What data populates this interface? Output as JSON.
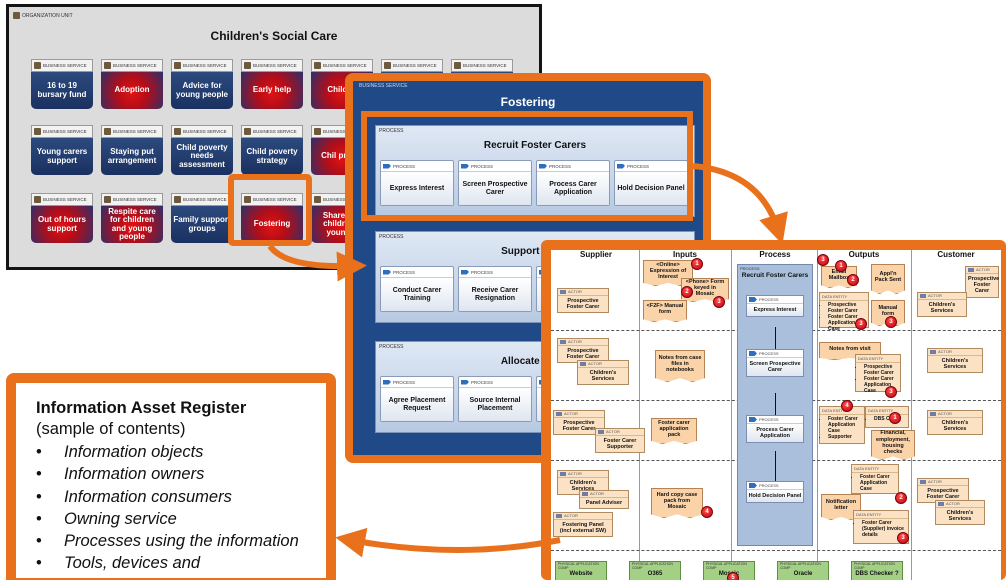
{
  "panel1": {
    "unit_tag": "ORGANIZATION UNIT",
    "title": "Children's Social Care",
    "service_tag": "BUSINESS SERVICE",
    "services": [
      {
        "label": "16 to 19 bursary fund",
        "style": "navy"
      },
      {
        "label": "Adoption",
        "style": "red"
      },
      {
        "label": "Advice for young people",
        "style": "navy"
      },
      {
        "label": "Early help",
        "style": "red"
      },
      {
        "label": "Child in",
        "style": "red"
      },
      {
        "label": "",
        "style": "navy"
      },
      {
        "label": "",
        "style": "navy"
      },
      {
        "label": "Young carers support",
        "style": "navy"
      },
      {
        "label": "Staying put arrangement",
        "style": "navy"
      },
      {
        "label": "Child poverty needs assessment",
        "style": "navy"
      },
      {
        "label": "Child poverty strategy",
        "style": "navy"
      },
      {
        "label": "Chil protec",
        "style": "red"
      },
      {
        "label": "Out of hours support",
        "style": "red"
      },
      {
        "label": "Respite care for children and young people",
        "style": "red"
      },
      {
        "label": "Family support groups",
        "style": "navy"
      },
      {
        "label": "Fostering",
        "style": "red"
      },
      {
        "label": "Shared ca children a young p",
        "style": "red"
      }
    ]
  },
  "panel2": {
    "tag": "BUSINESS SERVICE",
    "title": "Fostering",
    "process_tag": "PROCESS",
    "groups": [
      {
        "title": "Recruit Foster Carers",
        "cards": [
          "Express Interest",
          "Screen Prospective Carer",
          "Process Carer Application",
          "Hold Decision Panel"
        ]
      },
      {
        "title": "Support Foste",
        "cards": [
          "Conduct Carer Training",
          "Receive Carer Resignation",
          "F"
        ]
      },
      {
        "title": "Allocate Foste",
        "cards": [
          "Agree Placement Request",
          "Source Internal Placement",
          "So"
        ]
      }
    ]
  },
  "panel3": {
    "columns": [
      "Supplier",
      "Inputs",
      "Process",
      "Outputs",
      "Customer"
    ],
    "actor_tag": "ACTOR",
    "data_entity_tag": "DATA ENTITY",
    "process_tag": "PROCESS",
    "app_tag": "PHYSICAL APPLICATION COMP",
    "process_lane_title": "Recruit Foster Carers",
    "process_steps": [
      "Express Interest",
      "Screen Prospective Carer",
      "Process Carer Application",
      "Hold Decision Panel"
    ],
    "suppliers": [
      "Prospective Foster Carer",
      "Prospective Foster Carer",
      "Children's Services",
      "Prospective Foster Carer",
      "Foster Carer Supporter",
      "Children's Services",
      "Panel Adviser",
      "Fostering Panel (incl external SW)"
    ],
    "inputs": [
      "<Online> Expression of Interest",
      "<Phone> Form keyed in Mosaic",
      "<F2F> Manual form",
      "Notes from case files in notebooks",
      "Foster carer application pack",
      "Hard copy case pack from Mosaic"
    ],
    "outputs_notes": [
      "Email Mailbox",
      "Appl'n Pack Sent",
      "Manual form",
      "Notes from visit",
      "Financial, employment, housing checks",
      "Notification letter"
    ],
    "data_entities": [
      {
        "items": [
          "Prospective Foster Carer",
          "Foster Carer Application Case"
        ]
      },
      {
        "items": [
          "Prospective Foster Carer",
          "Foster Carer Application Case"
        ]
      },
      {
        "items": [
          "Foster Carer Application Case",
          "Supporter"
        ]
      },
      {
        "items": [
          "DBS Check"
        ]
      },
      {
        "items": [
          "Foster Carer Application Case"
        ]
      },
      {
        "items": [
          "Foster Carer (Supplier) invoice details"
        ]
      }
    ],
    "customers": [
      "Prospective Foster Carer",
      "Children's Services",
      "Children's Services",
      "Children's Services",
      "Prospective Foster Carer",
      "Children's Services"
    ],
    "applications": [
      "Website",
      "O365",
      "Mosaic",
      "Oracle",
      "DBS Checker ?"
    ],
    "badges": [
      "1",
      "2",
      "3",
      "3",
      "1",
      "2",
      "3",
      "3",
      "3",
      "4",
      "1",
      "2",
      "3",
      "4",
      "5"
    ]
  },
  "panel4": {
    "title": "Information Asset Register",
    "subtitle": "(sample of contents)",
    "items": [
      "Information objects",
      "Information owners",
      "Information consumers",
      "Owning service",
      "Processes using the information",
      "Tools, devices and"
    ]
  },
  "colors": {
    "accent_orange": "#e9711c",
    "navy": "#1f4a87",
    "alert_red": "#d0101a"
  }
}
